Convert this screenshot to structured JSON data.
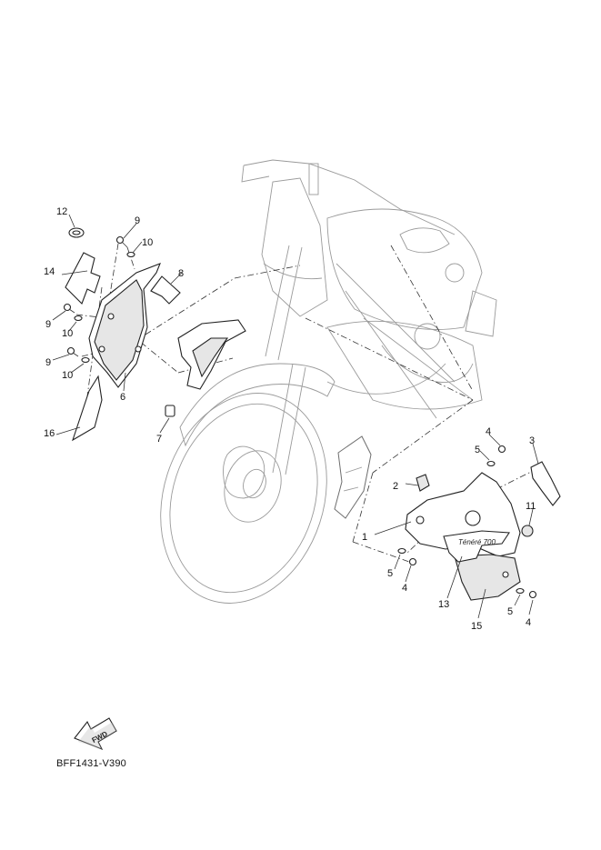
{
  "callouts": [
    {
      "id": "c1",
      "label": "1"
    },
    {
      "id": "c2",
      "label": "2"
    },
    {
      "id": "c3",
      "label": "3"
    },
    {
      "id": "c4a",
      "label": "4"
    },
    {
      "id": "c4b",
      "label": "4"
    },
    {
      "id": "c4c",
      "label": "4"
    },
    {
      "id": "c5a",
      "label": "5"
    },
    {
      "id": "c5b",
      "label": "5"
    },
    {
      "id": "c5c",
      "label": "5"
    },
    {
      "id": "c6",
      "label": "6"
    },
    {
      "id": "c7",
      "label": "7"
    },
    {
      "id": "c8",
      "label": "8"
    },
    {
      "id": "c9a",
      "label": "9"
    },
    {
      "id": "c9b",
      "label": "9"
    },
    {
      "id": "c9c",
      "label": "9"
    },
    {
      "id": "c10a",
      "label": "10"
    },
    {
      "id": "c10b",
      "label": "10"
    },
    {
      "id": "c10c",
      "label": "10"
    },
    {
      "id": "c11",
      "label": "11"
    },
    {
      "id": "c12",
      "label": "12"
    },
    {
      "id": "c13",
      "label": "13"
    },
    {
      "id": "c14",
      "label": "14"
    },
    {
      "id": "c15",
      "label": "15"
    },
    {
      "id": "c16",
      "label": "16"
    }
  ],
  "fwd_label": "FWD",
  "emblem_text": "Ténéré 700",
  "diagram_code": "BFF1431-V390"
}
